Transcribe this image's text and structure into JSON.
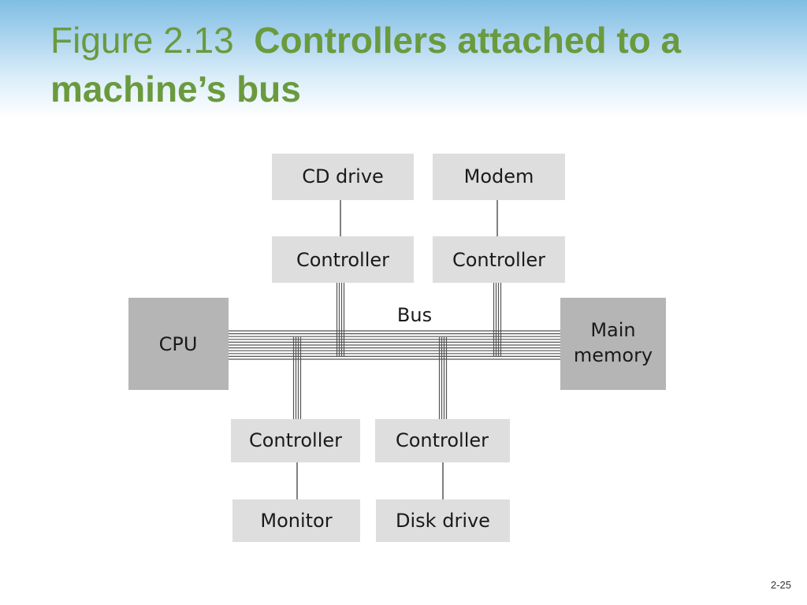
{
  "title": {
    "figure_number": "Figure 2.13",
    "caption": "Controllers attached to a machine’s bus"
  },
  "diagram": {
    "bus_label": "Bus",
    "cpu": "CPU",
    "main_memory": [
      "Main",
      "memory"
    ],
    "cd_drive": "CD drive",
    "modem": "Modem",
    "controller_cd": "Controller",
    "controller_modem": "Controller",
    "controller_monitor": "Controller",
    "controller_disk": "Controller",
    "monitor": "Monitor",
    "disk_drive": "Disk drive",
    "colors": {
      "box_light": "#dedede",
      "box_dark": "#b5b5b5",
      "line": "#555555",
      "title": "#6a9a3e"
    }
  },
  "footer": {
    "page_number": "2-25"
  }
}
